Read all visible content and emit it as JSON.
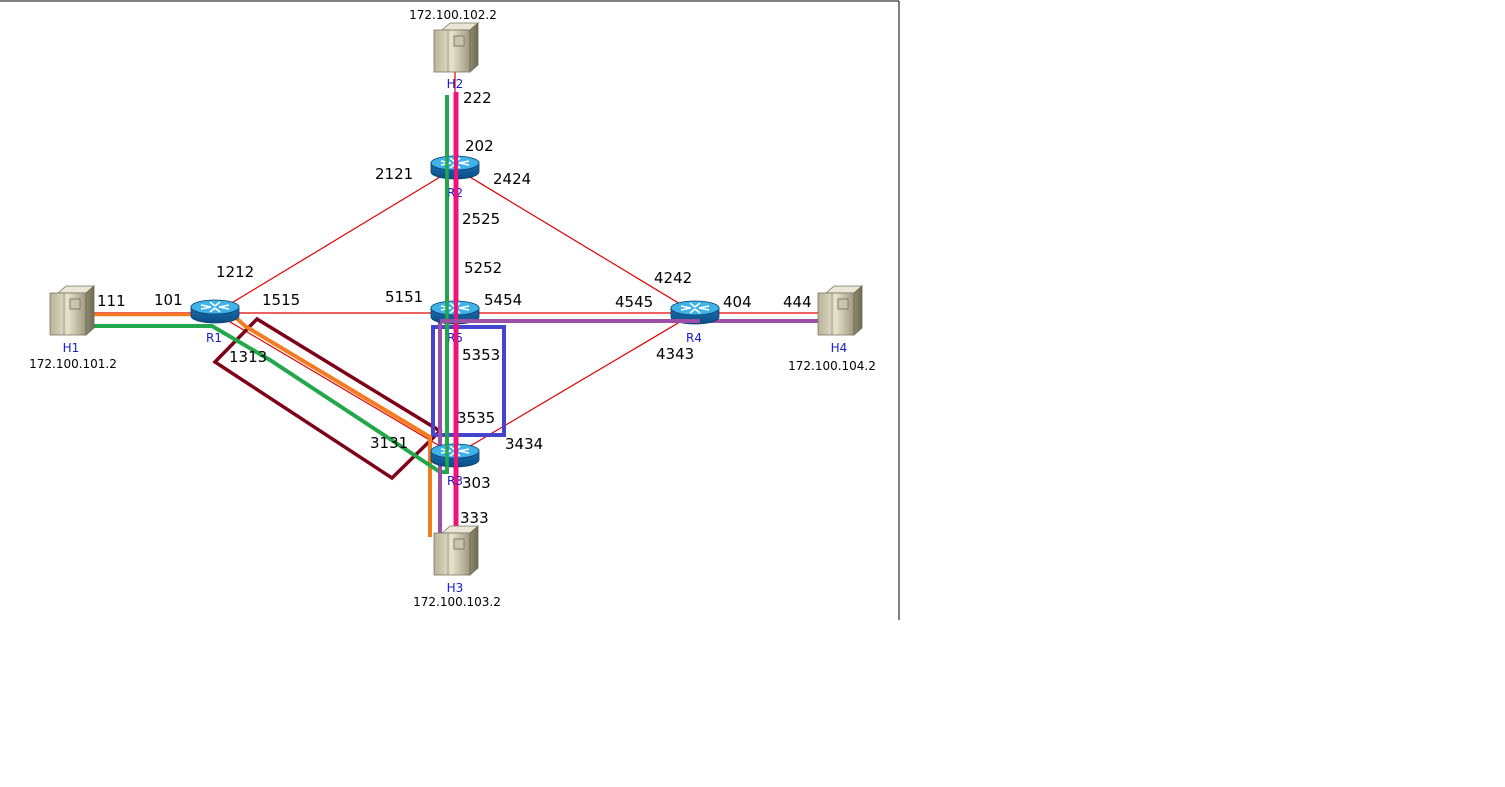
{
  "colors": {
    "link": "#e00000",
    "path_orange": "#f47b20",
    "path_green": "#22a84a",
    "path_pink": "#f0147a",
    "path_purple": "#9b4fa5",
    "highlight_maroon": "#7d0018",
    "highlight_blue": "#4444cc",
    "node_label": "#1a1acc"
  },
  "hosts": {
    "h1": {
      "label": "H1",
      "ip": "172.100.101.2"
    },
    "h2": {
      "label": "H2",
      "ip": "172.100.102.2"
    },
    "h3": {
      "label": "H3",
      "ip": "172.100.103.2"
    },
    "h4": {
      "label": "H4",
      "ip": "172.100.104.2"
    }
  },
  "routers": {
    "r1": {
      "label": "R1"
    },
    "r2": {
      "label": "R2"
    },
    "r3": {
      "label": "R3"
    },
    "r4": {
      "label": "R4"
    },
    "r5": {
      "label": "R5"
    }
  },
  "ports": {
    "p111": "111",
    "p101": "101",
    "p1212": "1212",
    "p1515": "1515",
    "p1313": "1313",
    "p222": "222",
    "p202": "202",
    "p2121": "2121",
    "p2424": "2424",
    "p2525": "2525",
    "p5252": "5252",
    "p5151": "5151",
    "p5454": "5454",
    "p5353": "5353",
    "p4545": "4545",
    "p404": "404",
    "p444": "444",
    "p4242": "4242",
    "p4343": "4343",
    "p3535": "3535",
    "p3131": "3131",
    "p3434": "3434",
    "p303": "303",
    "p333": "333"
  },
  "icons": {
    "host": "server-tower-icon",
    "router": "router-icon"
  }
}
